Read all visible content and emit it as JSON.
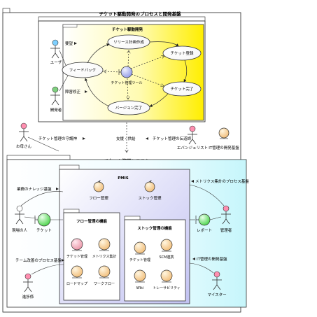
{
  "top_package": {
    "title": "チケット駆動開発のプロセスと開発基盤",
    "inner_title": "チケット駆動開発",
    "usecases": {
      "release": "リリース計画作成",
      "register": "チケット登録",
      "feedback": "フィードバック",
      "tool": "チケット管理ツール",
      "done": "チケット完了",
      "version": "バージョン完了"
    },
    "actors": {
      "user": "ユーザ",
      "dev": "開発者"
    },
    "assoc_labels": {
      "request": "要望",
      "bugfix": "障害修正"
    }
  },
  "middle": {
    "support": "支援・供給",
    "maintainer": "チケット管理の守護神",
    "evangelist": "チケット管理の伝道師",
    "okasan": "お母さん",
    "evangelist_actor": "エバンジェリスト",
    "it_base": "IT管理の開発基盤"
  },
  "system": {
    "title": "チケット管理システム",
    "pmis_title": "PMIS",
    "flow_mgmt": "フロー管理",
    "stock_mgmt": "ストック管理",
    "flow_pkg_title": "フロー管理の機能",
    "stock_pkg_title": "ストック管理の機能",
    "flow_items": [
      "チケット管理",
      "メトリクス集計",
      "ロードマップ",
      "ワークフロー"
    ],
    "stock_items": [
      "チケット管理",
      "SCM連携",
      "Wiki",
      "トレーサビリティ"
    ],
    "ticket": "チケット",
    "report": "レポート",
    "left_actors": {
      "field": "現場の人",
      "planner": "進捗係"
    },
    "right_actors": {
      "manager": "管理者",
      "master": "マイスター"
    },
    "left_labels": {
      "knowledge": "業務のナレッジ基盤",
      "team": "チーム改善のプロセス基盤"
    },
    "right_labels": {
      "metrics": "メトリクス集計のプロセス基盤",
      "it": "IT管理の開発基盤"
    }
  }
}
